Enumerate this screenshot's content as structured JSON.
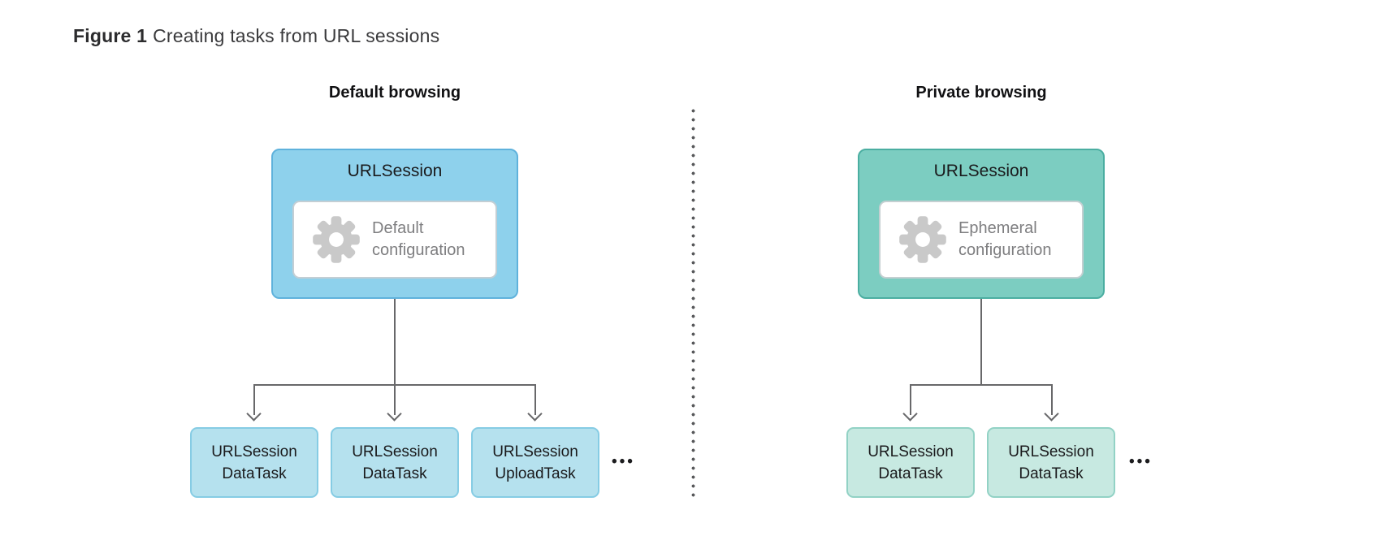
{
  "figure_title": {
    "label": "Figure 1",
    "text": "Creating tasks from URL sessions"
  },
  "colors": {
    "session_blue_fill": "#8ED1EC",
    "session_blue_border": "#5FB2DC",
    "task_blue_fill": "#B5E1EE",
    "task_blue_border": "#86CCE4",
    "session_teal_fill": "#7CCDC1",
    "session_teal_border": "#4BAEA1",
    "task_teal_fill": "#C7E9E1",
    "task_teal_border": "#92D2C5",
    "connector_gray": "#68686A",
    "gear_gray": "#C9C9C9",
    "config_text_gray": "#7E7E80",
    "divider_dot_gray": "#58595B"
  },
  "left_section": {
    "header": "Default browsing",
    "session_box": {
      "title": "URLSession",
      "configuration": "Default configuration"
    },
    "tasks": [
      {
        "line1": "URLSession",
        "line2": "DataTask"
      },
      {
        "line1": "URLSession",
        "line2": "DataTask"
      },
      {
        "line1": "URLSession",
        "line2": "UploadTask"
      }
    ],
    "ellipsis": "•••"
  },
  "right_section": {
    "header": "Private browsing",
    "session_box": {
      "title": "URLSession",
      "configuration": "Ephemeral configuration"
    },
    "tasks": [
      {
        "line1": "URLSession",
        "line2": "DataTask"
      },
      {
        "line1": "URLSession",
        "line2": "DataTask"
      }
    ],
    "ellipsis": "•••"
  }
}
